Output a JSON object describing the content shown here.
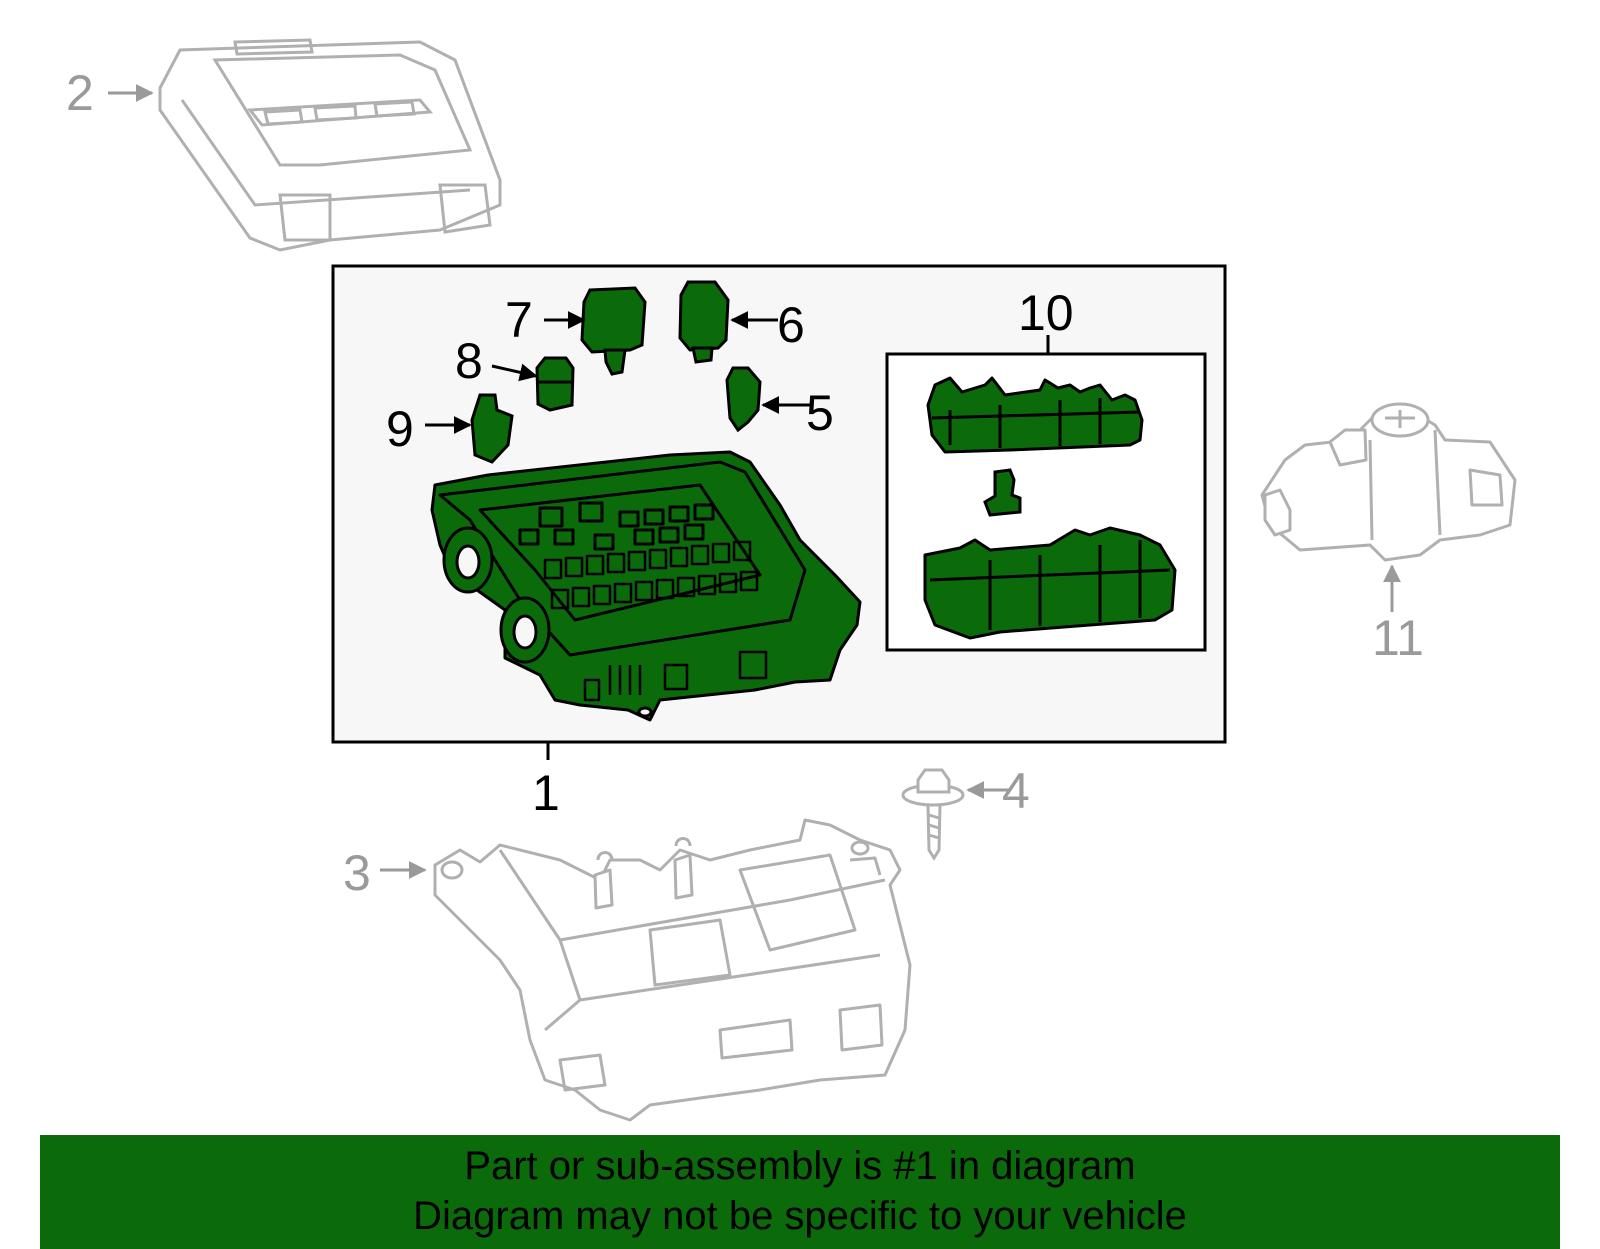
{
  "callouts": {
    "c1": "1",
    "c2": "2",
    "c3": "3",
    "c4": "4",
    "c5": "5",
    "c6": "6",
    "c7": "7",
    "c8": "8",
    "c9": "9",
    "c10": "10",
    "c11": "11"
  },
  "banner": {
    "line1": "Part or sub-assembly is #1 in diagram",
    "line2": "Diagram may not be specific to your vehicle"
  },
  "colors": {
    "highlight_fill": "#0b6b0b",
    "background": "#ffffff",
    "panel": "#f7f7f7",
    "outline_dark": "#000000",
    "outline_grey": "#b0b0b0",
    "label_grey": "#9a9a9a"
  }
}
